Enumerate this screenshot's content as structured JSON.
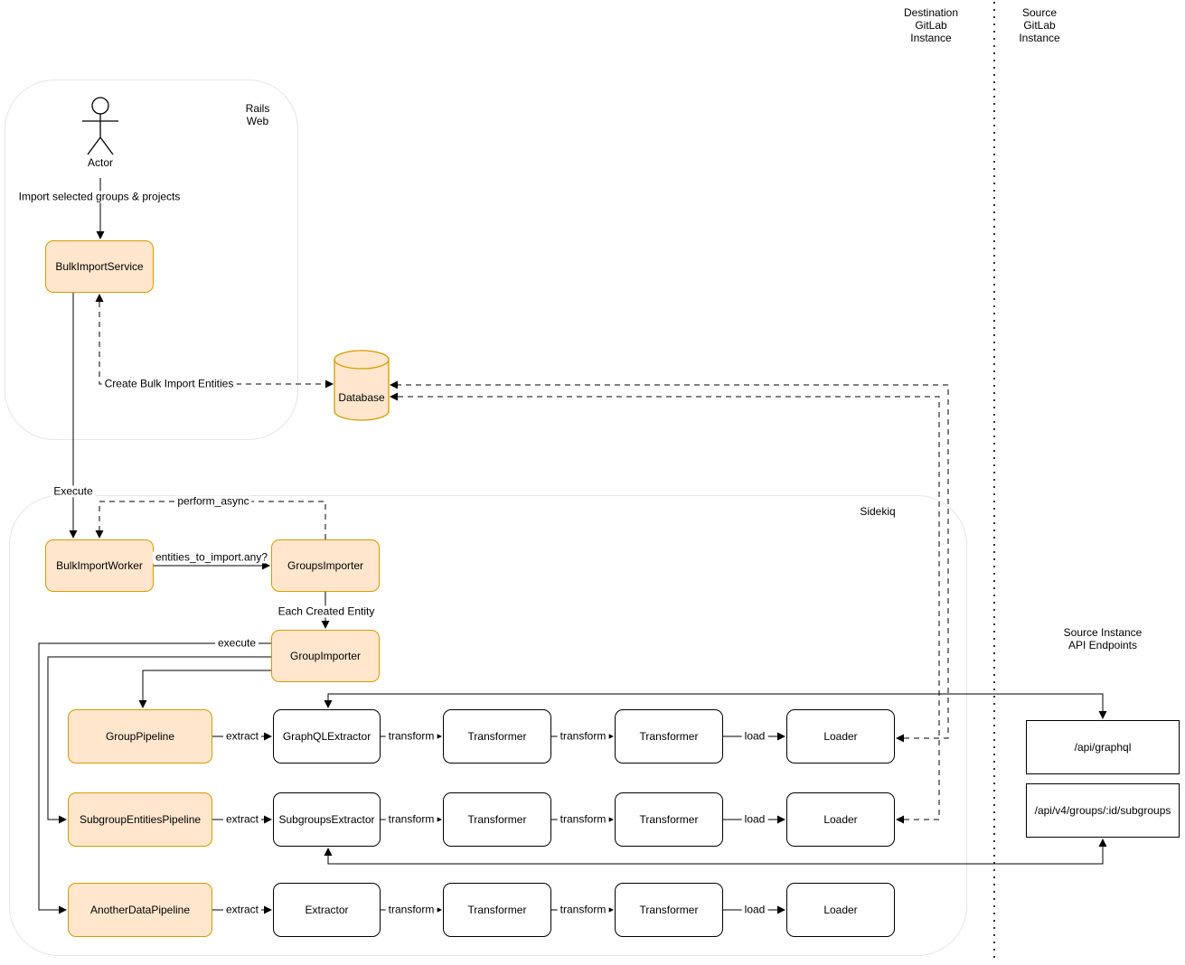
{
  "header": {
    "destination_instance": "Destination\nGitLab\nInstance",
    "source_instance": "Source\nGitLab\nInstance"
  },
  "rails_web": {
    "label": "Rails\nWeb",
    "actor": "Actor",
    "bulk_import_service": "BulkImportService",
    "database": "Database",
    "edge_import_selected": "Import selected groups & projects",
    "edge_create_entities": "Create Bulk Import Entities",
    "edge_execute": "Execute"
  },
  "sidekiq": {
    "label": "Sidekiq",
    "bulk_import_worker": "BulkImportWorker",
    "groups_importer": "GroupsImporter",
    "group_importer": "GroupImporter",
    "edge_perform_async": "perform_async",
    "edge_entities_to_import": "entities_to_import.any?",
    "edge_each_created_entity": "Each Created Entity",
    "edge_execute": "execute",
    "edge_extract": "extract",
    "edge_transform": "transform",
    "edge_load": "load",
    "pipelines": [
      {
        "name": "GroupPipeline",
        "extractor": "GraphQLExtractor",
        "transformer1": "Transformer",
        "transformer2": "Transformer",
        "loader": "Loader"
      },
      {
        "name": "SubgroupEntitiesPipeline",
        "extractor": "SubgroupsExtractor",
        "transformer1": "Transformer",
        "transformer2": "Transformer",
        "loader": "Loader"
      },
      {
        "name": "AnotherDataPipeline",
        "extractor": "Extractor",
        "transformer1": "Transformer",
        "transformer2": "Transformer",
        "loader": "Loader"
      }
    ]
  },
  "api": {
    "label": "Source Instance API Endpoints",
    "graphql_endpoint": "/api/graphql",
    "subgroups_endpoint": "/api/v4/groups/:id/subgroups"
  },
  "colors": {
    "node_fill": "#FFE6CC",
    "node_stroke": "#D79B00",
    "plain_stroke": "#000000",
    "container_stroke": "#E6E6E6",
    "line": "#000000",
    "background": "#FFFFFF"
  }
}
